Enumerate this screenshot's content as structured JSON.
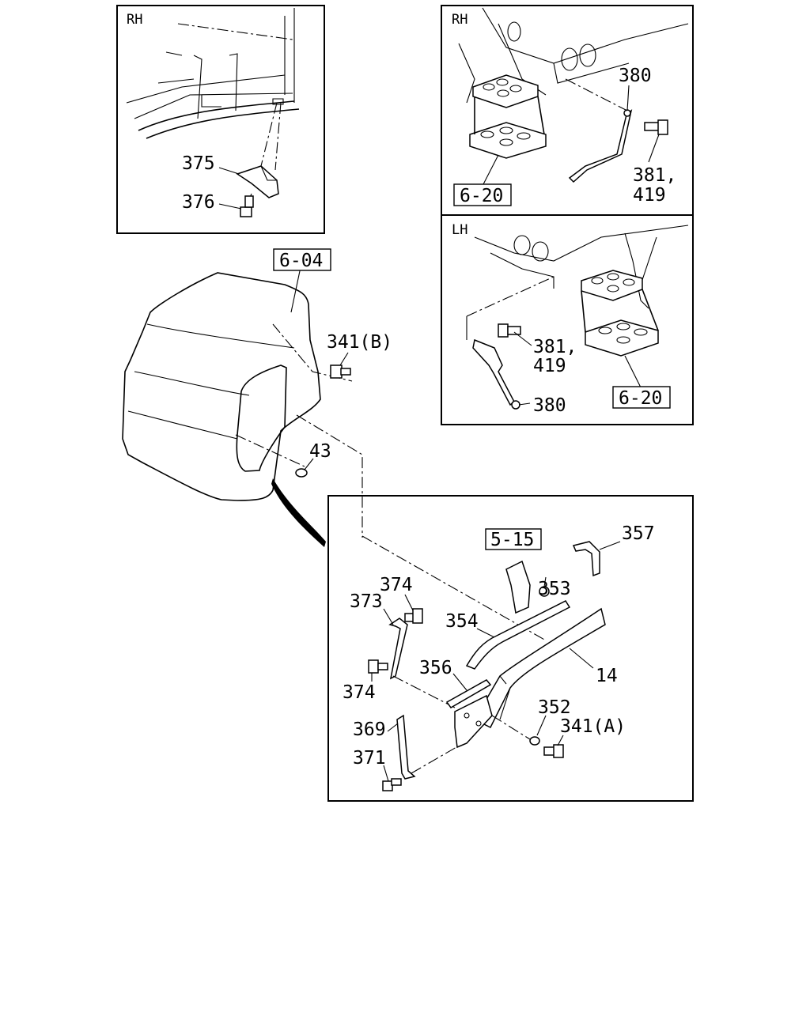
{
  "sides": {
    "rh_top_left": "RH",
    "rh_top_right": "RH",
    "lh_right": "LH"
  },
  "refs": {
    "r604": "6-04",
    "r620_rh": "6-20",
    "r620_lh": "6-20",
    "r515": "5-15"
  },
  "parts": {
    "p375": "375",
    "p376": "376",
    "p380_rh": "380",
    "p381_rh": "381,",
    "p419_rh": "419",
    "p381_lh": "381,",
    "p419_lh": "419",
    "p380_lh": "380",
    "p341b": "341(B)",
    "p43": "43",
    "p357": "357",
    "p353": "353",
    "p374_top": "374",
    "p373": "373",
    "p354": "354",
    "p14": "14",
    "p356": "356",
    "p374_bottom": "374",
    "p352": "352",
    "p341a": "341(A)",
    "p369": "369",
    "p371": "371"
  }
}
